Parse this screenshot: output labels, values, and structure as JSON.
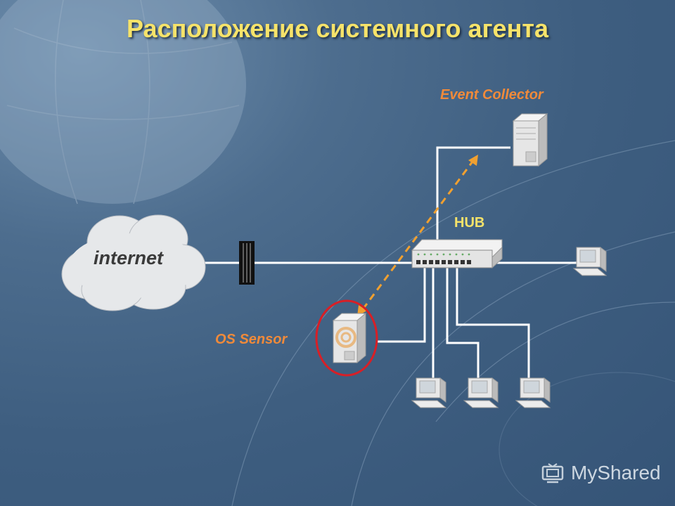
{
  "title": "Расположение системного агента",
  "labels": {
    "event_collector": "Event Collector",
    "hub": "HUB",
    "os_sensor": "OS Sensor",
    "internet": "internet"
  },
  "watermark": "MyShared",
  "colors": {
    "title": "#f6e36a",
    "label_orange": "#f08a3a",
    "sensor_ring": "#d81f26",
    "link": "#ffffff",
    "data_flow_arrow": "#f0a030"
  },
  "icons": [
    "cloud-icon",
    "firewall-icon",
    "hub-icon",
    "server-icon",
    "workstation-icon",
    "mysharedd-logo-icon"
  ]
}
